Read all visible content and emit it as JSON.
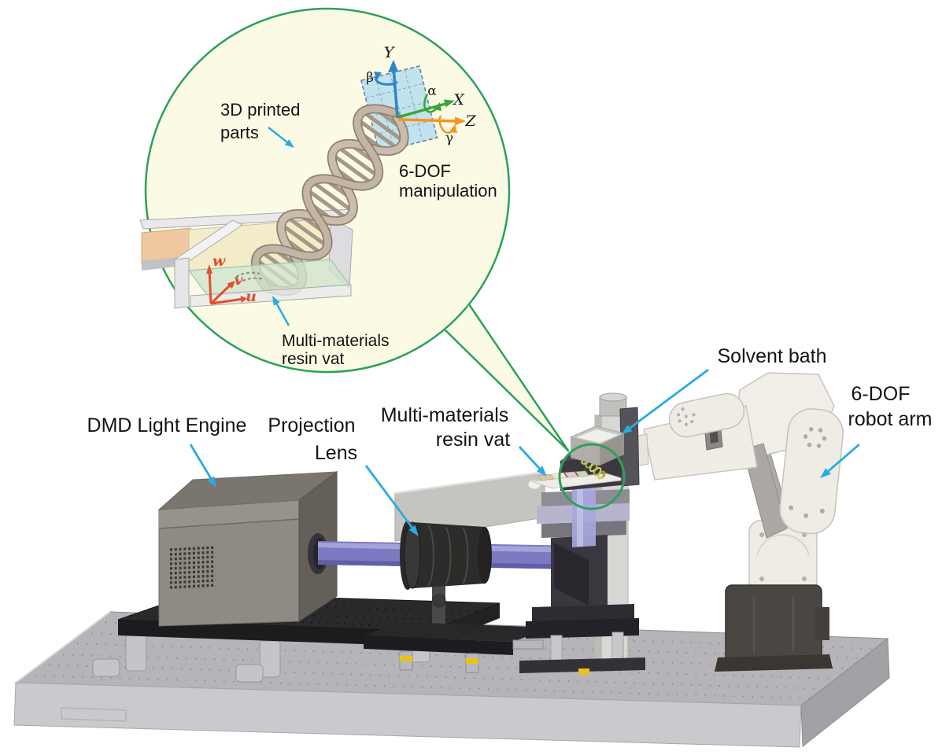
{
  "colors": {
    "background": "#ffffff",
    "annotation_arrow": "#29ABE2",
    "callout_green": "#2CA05C",
    "callout_fill": "#FBFAE4",
    "beam_purple": "#7B7BC2",
    "beam_light": "#A9A9DE",
    "axis_x_green": "#3AA63A",
    "axis_y_blue": "#2E86C8",
    "axis_z_orange": "#F7941E",
    "uvw_orange": "#E0502A",
    "helix_tan": "#CBBDAC",
    "robot_white": "#F0EDE7"
  },
  "inset": {
    "printed_parts_label": [
      "3D printed",
      "parts"
    ],
    "manipulation_label": [
      "6-DOF",
      "manipulation"
    ],
    "resin_vat_label": [
      "Multi-materials",
      "resin vat"
    ],
    "axes": {
      "x": "X",
      "y": "Y",
      "z": "Z",
      "alpha": "α",
      "beta": "β",
      "gamma": "γ",
      "u": "u",
      "v": "v",
      "w": "w"
    }
  },
  "scene": {
    "dmd_label": "DMD Light Engine",
    "projection_label": [
      "Projection",
      "Lens"
    ],
    "resin_vat_label": [
      "Multi-materials",
      "resin vat"
    ],
    "solvent_bath_label": "Solvent bath",
    "robot_arm_label": [
      "6-DOF",
      "robot arm"
    ]
  }
}
